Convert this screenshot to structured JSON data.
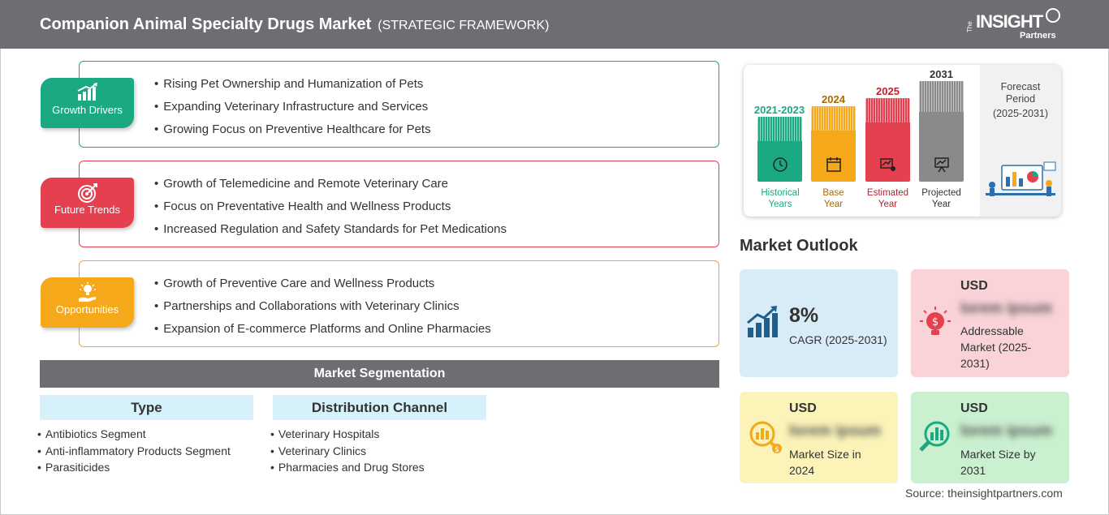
{
  "header": {
    "title": "Companion Animal Specialty Drugs Market",
    "subtitle": "(STRATEGIC FRAMEWORK)",
    "logo": {
      "the": "The",
      "main": "INSIGHT",
      "partners": "Partners"
    }
  },
  "framework": {
    "growth_drivers": {
      "label": "Growth Drivers",
      "color": "#1aa983",
      "icon": "bar-growth-icon",
      "items": [
        "Rising Pet Ownership and Humanization of Pets",
        "Expanding Veterinary Infrastructure and Services",
        "Growing Focus on Preventive Healthcare for Pets"
      ]
    },
    "future_trends": {
      "label": "Future Trends",
      "color": "#e5404f",
      "icon": "target-icon",
      "items": [
        "Growth of Telemedicine and Remote Veterinary Care",
        "Focus on Preventative Health and Wellness Products",
        "Increased Regulation and Safety Standards for Pet Medications"
      ]
    },
    "opportunities": {
      "label": "Opportunities",
      "color": "#f5a91a",
      "icon": "lightbulb-hand-icon",
      "items": [
        "Growth of Preventive Care and Wellness Products",
        "Partnerships and Collaborations with Veterinary Clinics",
        "Expansion of E-commerce Platforms and Online Pharmacies"
      ]
    }
  },
  "segmentation": {
    "title": "Market Segmentation",
    "type": {
      "heading": "Type",
      "items": [
        "Antibiotics Segment",
        "Anti-inflammatory Products Segment",
        "Parasiticides"
      ]
    },
    "channel": {
      "heading": "Distribution Channel",
      "items": [
        "Veterinary Hospitals",
        "Veterinary Clinics",
        "Pharmacies and Drug Stores"
      ]
    }
  },
  "timeline": {
    "historical": {
      "year": "2021-2023",
      "caption_1": "Historical",
      "caption_2": "Years",
      "color": "#1aa983"
    },
    "base": {
      "year": "2024",
      "caption_1": "Base",
      "caption_2": "Year",
      "color": "#f5a91a"
    },
    "estimated": {
      "year": "2025",
      "caption_1": "Estimated",
      "caption_2": "Year",
      "color": "#e5404f"
    },
    "projected": {
      "year": "2031",
      "caption_1": "Projected",
      "caption_2": "Year",
      "color": "#8a8a8a"
    },
    "forecast": {
      "label_1": "Forecast",
      "label_2": "Period",
      "period": "(2025-2031)"
    }
  },
  "outlook": {
    "title": "Market Outlook",
    "cagr": {
      "value": "8%",
      "label": "CAGR (2025-2031)",
      "color": "#d7ecf6"
    },
    "addressable": {
      "usd": "USD",
      "blurred": "lorem ipsum",
      "line_1": "Addressable",
      "line_2": "Market (2025-",
      "line_3": "2031)",
      "color": "#f9d3d8"
    },
    "size_2024": {
      "usd": "USD",
      "blurred": "lorem ipsum",
      "line_1": "Market Size in",
      "line_2": "2024",
      "color": "#fbf3b8"
    },
    "size_2031": {
      "usd": "USD",
      "blurred": "lorem ipsum",
      "line_1": "Market Size by",
      "line_2": "2031",
      "color": "#c9f0cf"
    }
  },
  "source": "Source: theinsightpartners.com"
}
